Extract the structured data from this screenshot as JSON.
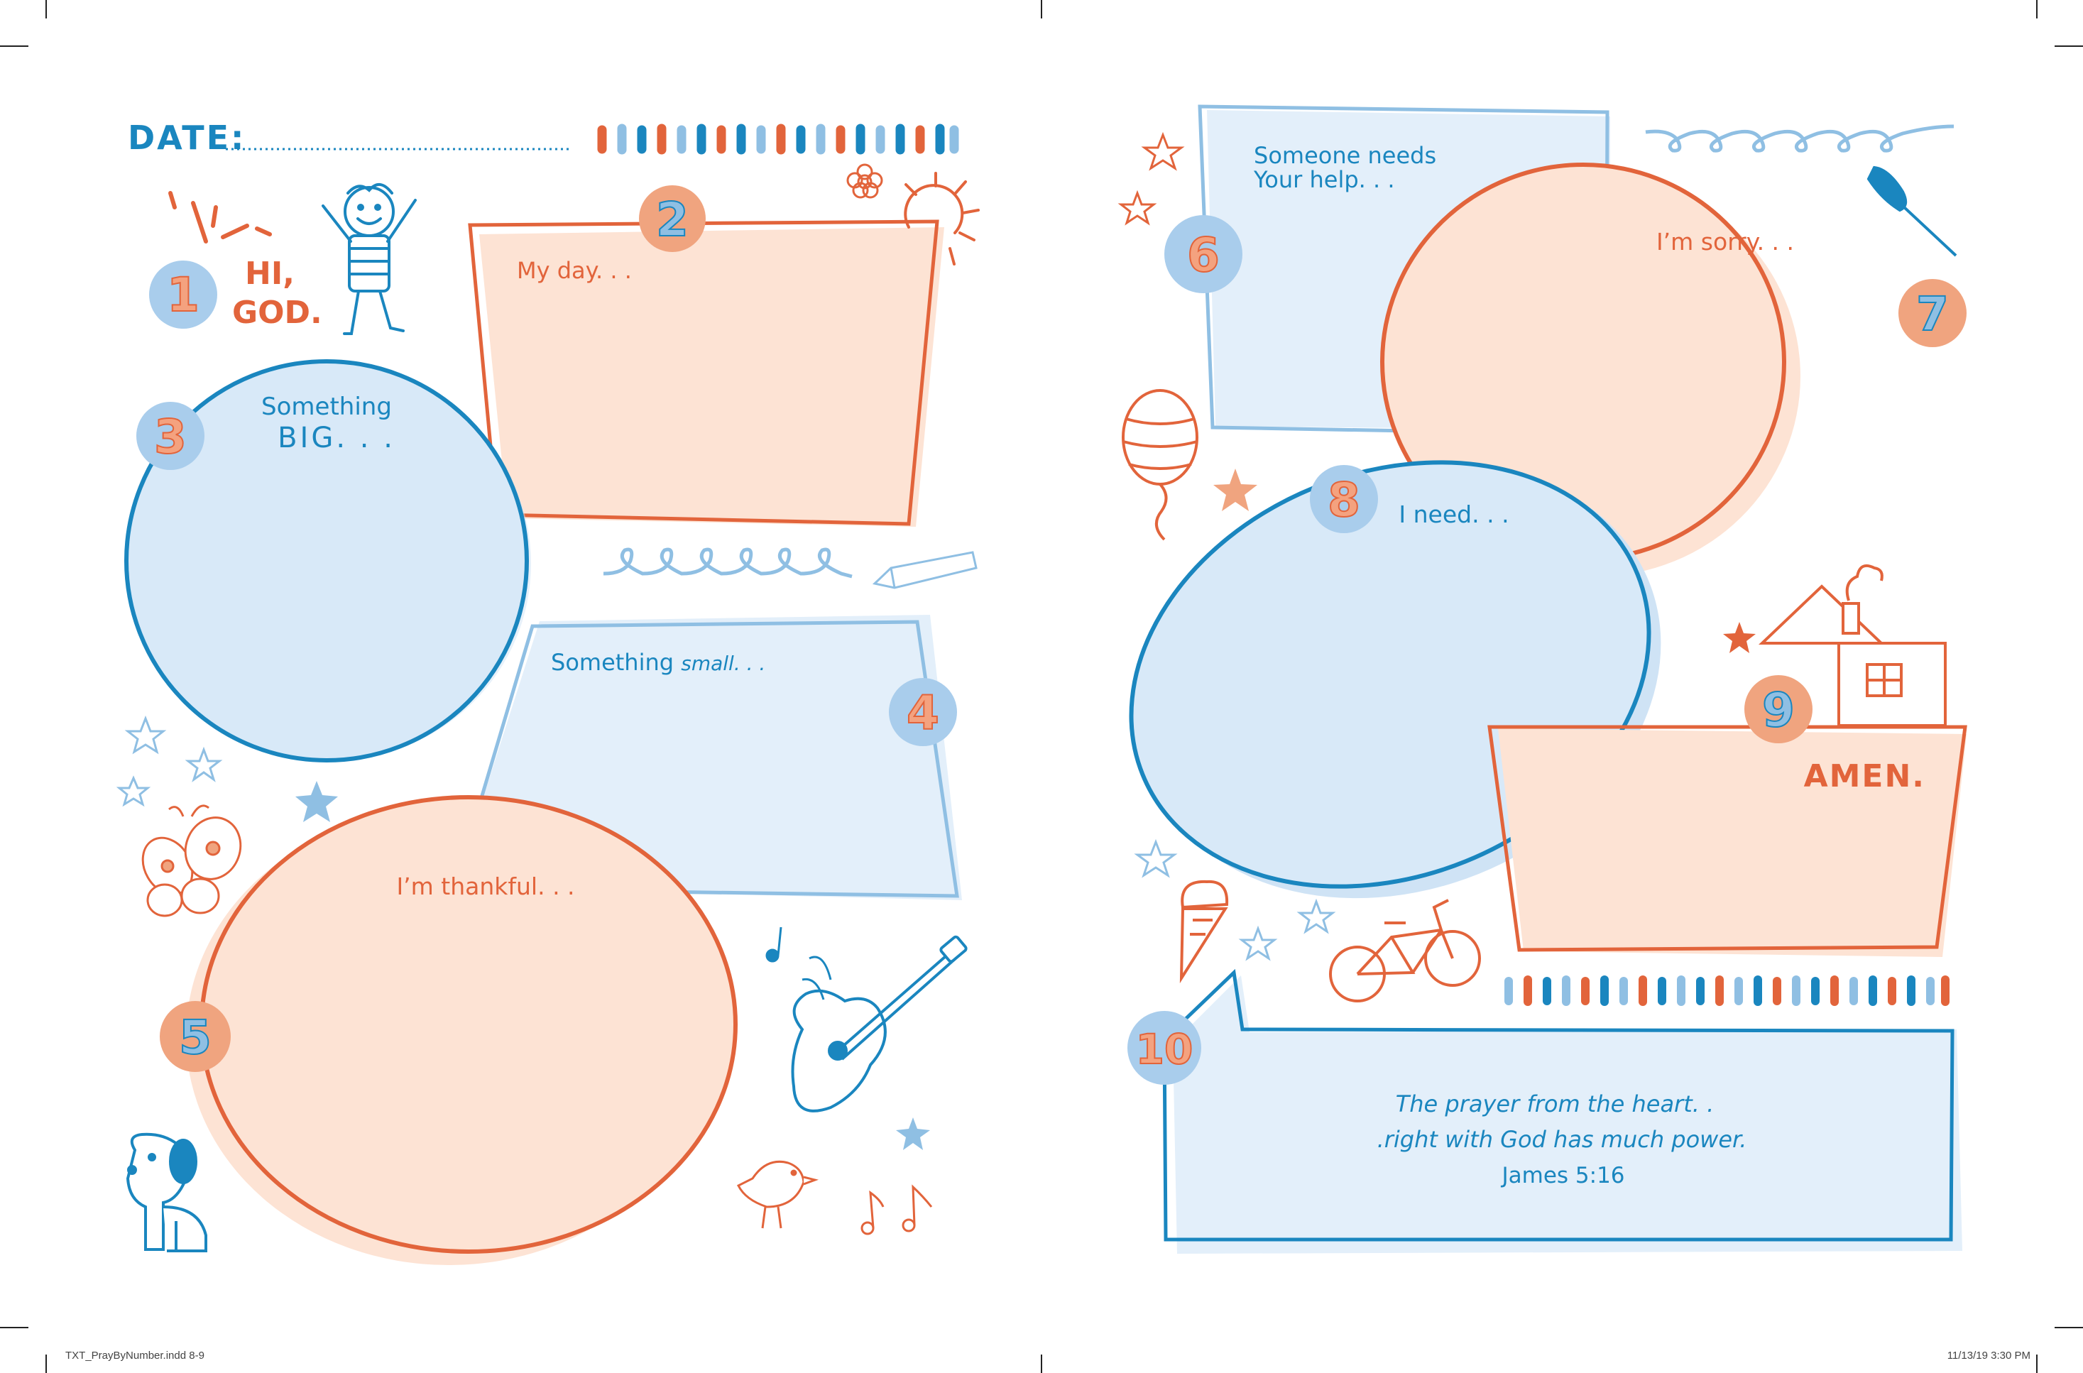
{
  "colors": {
    "blue": "#1a86bf",
    "light_blue": "#8fbfe3",
    "pale_blue": "#e3effa",
    "orange": "#e2643b",
    "light_orange": "#f0a47f",
    "pale_orange": "#fde3d4"
  },
  "date_label": "DATE:",
  "greeting": {
    "line1": "HI,",
    "line2": "GOD."
  },
  "sections": {
    "s1": {
      "number": "1"
    },
    "s2": {
      "number": "2",
      "prompt": "My day. . ."
    },
    "s3": {
      "number": "3",
      "prompt_line1": "Something",
      "prompt_line2": "BIG. . ."
    },
    "s4": {
      "number": "4",
      "prompt_plain": "Something ",
      "prompt_italic": "small. . ."
    },
    "s5": {
      "number": "5",
      "prompt": "I’m thankful. . ."
    },
    "s6": {
      "number": "6",
      "prompt_line1": "Someone needs",
      "prompt_line2": "Your help. . ."
    },
    "s7": {
      "number": "7",
      "prompt": "I’m sorry. . ."
    },
    "s8": {
      "number": "8",
      "prompt": "I need. . ."
    },
    "s9": {
      "number": "9",
      "prompt": "AMEN."
    },
    "s10": {
      "number": "10",
      "verse_line1": "The prayer from the heart. .",
      "verse_line2": ".right with God has much power.",
      "reference": "James 5:16"
    }
  },
  "footer": {
    "file": "TXT_PrayByNumber.indd   8-9",
    "timestamp": "11/13/19   3:30 PM"
  }
}
